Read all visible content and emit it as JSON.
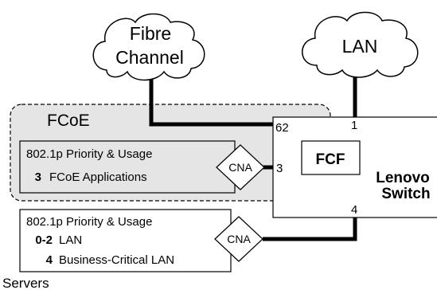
{
  "clouds": {
    "fibre_channel": {
      "line1": "Fibre",
      "line2": "Channel"
    },
    "lan": {
      "label": "LAN"
    }
  },
  "fcoe_zone": {
    "label": "FCoE"
  },
  "fcoe_server": {
    "heading": "802.1p Priority & Usage",
    "rows": [
      {
        "priority": "3",
        "usage": "FCoE Applications"
      }
    ],
    "cna_label": "CNA"
  },
  "lan_server": {
    "heading": "802.1p Priority & Usage",
    "rows": [
      {
        "priority": "0-2",
        "usage": "LAN"
      },
      {
        "priority": "4",
        "usage": "Business-Critical LAN"
      }
    ],
    "cna_label": "CNA"
  },
  "servers_label": "Servers",
  "switch": {
    "name_line1": "Lenovo",
    "name_line2": "Switch",
    "fcf_label": "FCF",
    "ports": {
      "fc": "62",
      "lan": "1",
      "fcoe_cna": "3",
      "lan_cna": "4"
    }
  },
  "colors": {
    "zone_fill": "#e5e5e5",
    "line": "#000000"
  }
}
